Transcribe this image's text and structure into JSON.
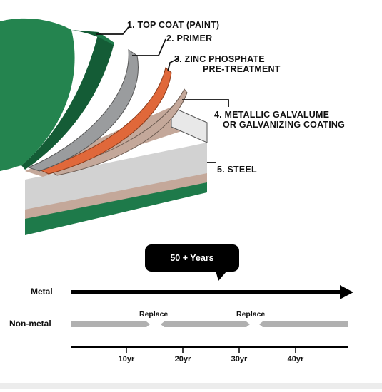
{
  "layers": {
    "items": [
      {
        "line1": "1. TOP COAT (PAINT)"
      },
      {
        "line1": "2. PRIMER"
      },
      {
        "line1": "3. ZINC PHOSPHATE",
        "line2": "PRE-TREATMENT"
      },
      {
        "line1": "4. METALLIC GALVALUME",
        "line2": "OR GALVANIZING COATING"
      },
      {
        "line1": "5. STEEL"
      }
    ],
    "colors": {
      "top_coat": "#1e7a4a",
      "primer": "#9a9c9e",
      "zinc_phosphate": "#e0683a",
      "galvalume": "#c4a89a",
      "steel": "#d2d2d2"
    }
  },
  "timeline": {
    "bubble": "50 + Years",
    "metal_label": "Metal",
    "nonmetal_label": "Non-metal",
    "replace_labels": [
      "Replace",
      "Replace"
    ],
    "ticks": [
      "10yr",
      "20yr",
      "30yr",
      "40yr"
    ],
    "colors": {
      "metal_arrow": "#000000",
      "nonmetal_bar": "#b0b0b0"
    }
  }
}
